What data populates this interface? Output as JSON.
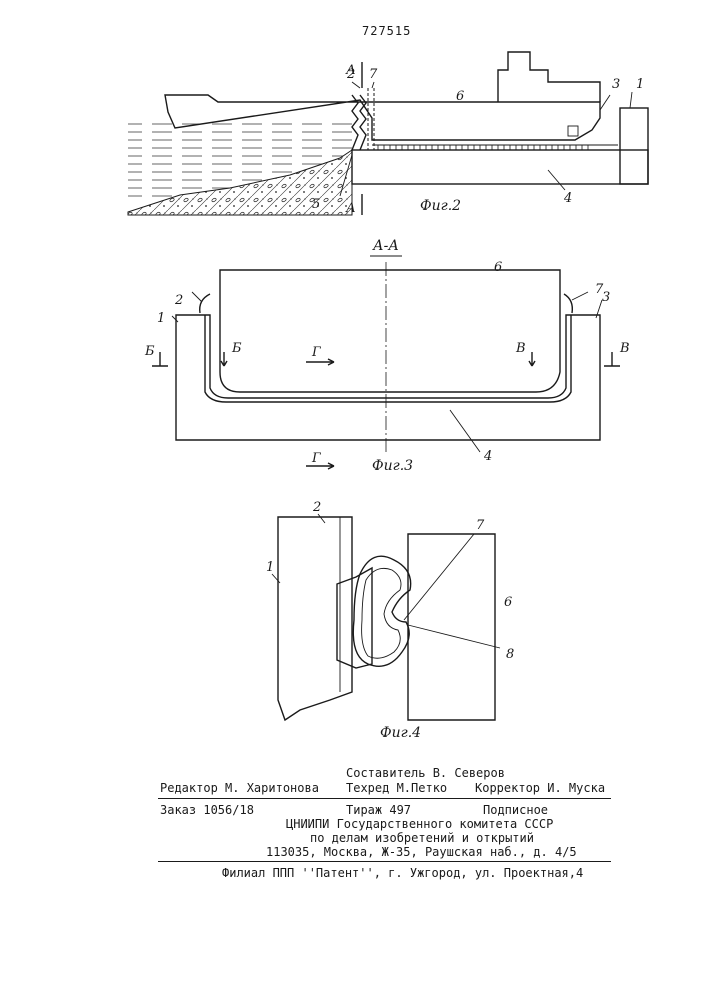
{
  "patent_number": "727515",
  "figures": {
    "fig2": {
      "caption": "Фиг.2",
      "section_mark": "А",
      "labels": [
        "1",
        "2",
        "3",
        "4",
        "5",
        "6",
        "7"
      ]
    },
    "fig3": {
      "caption": "Фиг.3",
      "section_title": "А-А",
      "section_marks": [
        "Б",
        "Б",
        "В",
        "В",
        "Г",
        "Г"
      ],
      "labels": [
        "1",
        "2",
        "3",
        "4",
        "6",
        "7"
      ]
    },
    "fig4": {
      "caption": "Фиг.4",
      "labels": [
        "1",
        "2",
        "6",
        "7",
        "8"
      ]
    }
  },
  "footer": {
    "editor": "Редактор М. Харитонова",
    "compiler": "Составитель В. Северов",
    "techred": "Техред М.Петко",
    "corrector": "Корректор И. Муска",
    "order": "Заказ 1056/18",
    "circulation": "Тираж 497",
    "subscription": "Подписное",
    "org_line1": "ЦНИИПИ Государственного комитета СССР",
    "org_line2": "по делам изобретений и открытий",
    "address": "113035, Москва, Ж-35, Раушская наб., д. 4/5",
    "branch": "Филиал ППП ''Патент'', г. Ужгород, ул. Проектная,4"
  }
}
